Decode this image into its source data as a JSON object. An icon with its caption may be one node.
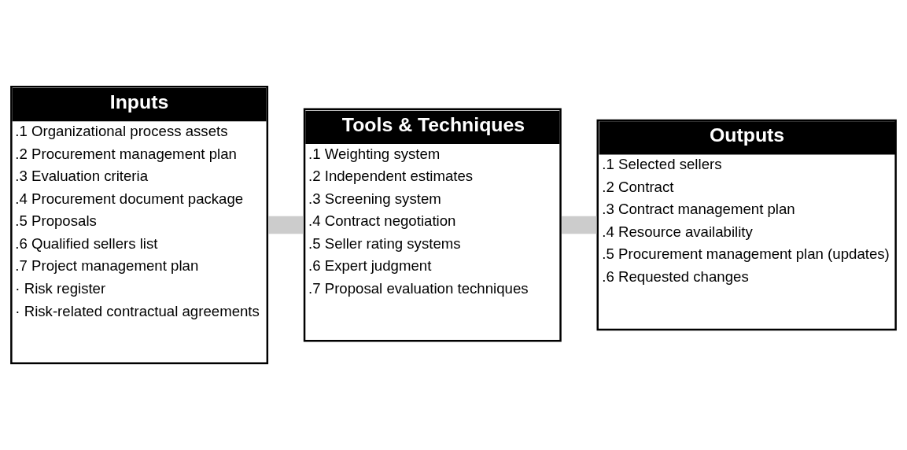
{
  "diagram": {
    "nodes": [
      {
        "text": [
          "Inputs",
          ".1 Organizational process assets",
          ".2 Procurement management plan",
          ".3 Evaluation criteria",
          ".4 Procurement document package",
          ".5 Proposals",
          ".6 Qualified sellers list",
          ".7 Project management plan",
          "· Risk register",
          "· Risk-related contractual agreements"
        ]
      },
      {
        "text": [
          "Tools & Techniques",
          ".1 Weighting system",
          ".2 Independent estimates",
          ".3 Screening system",
          ".4 Contract negotiation",
          ".5 Seller rating systems",
          ".6 Expert judgment",
          ".7 Proposal evaluation techniques"
        ]
      },
      {
        "text": [
          "Outputs",
          ".1 Selected sellers",
          ".2 Contract",
          ".3 Contract management plan",
          ".4 Resource availability",
          ".5 Procurement management plan (updates)",
          ".6 Requested changes"
        ]
      }
    ],
    "edges": [
      {
        "from": 0,
        "to": 1,
        "arrow": "none"
      },
      {
        "from": 1,
        "to": 2,
        "arrow": "none"
      }
    ]
  }
}
